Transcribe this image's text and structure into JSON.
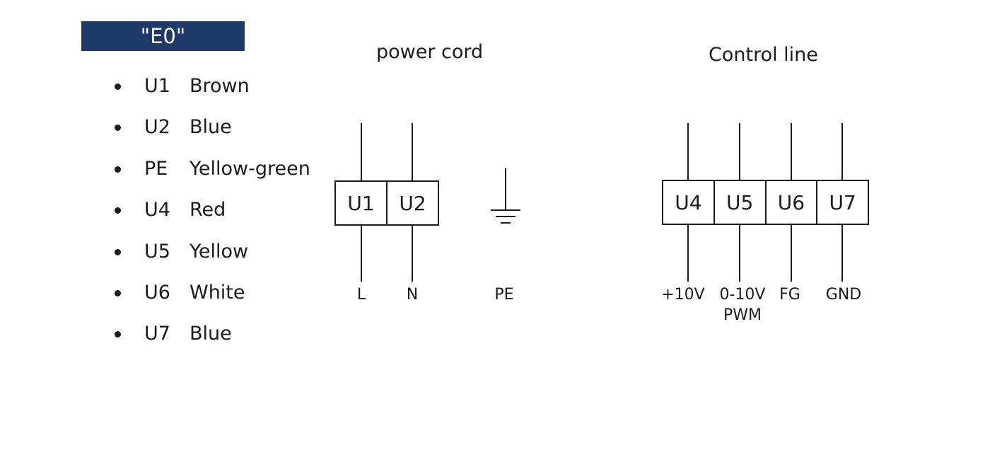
{
  "badge": {
    "label": "\"E0\"",
    "color": "#1d3a6b"
  },
  "legend": [
    {
      "code": "U1",
      "color": "Brown"
    },
    {
      "code": "U2",
      "color": "Blue"
    },
    {
      "code": "PE",
      "color": "Yellow-green"
    },
    {
      "code": "U4",
      "color": "Red"
    },
    {
      "code": "U5",
      "color": "Yellow"
    },
    {
      "code": "U6",
      "color": "White"
    },
    {
      "code": "U7",
      "color": "Blue"
    }
  ],
  "power": {
    "title": "power cord",
    "terminals": [
      "U1",
      "U2"
    ],
    "labels": [
      "L",
      "N"
    ],
    "ground_label": "PE"
  },
  "control": {
    "title": "Control line",
    "terminals": [
      "U4",
      "U5",
      "U6",
      "U7"
    ],
    "labels": [
      "+10V",
      "0-10V",
      "FG",
      "GND"
    ],
    "label_sub": "PWM"
  }
}
